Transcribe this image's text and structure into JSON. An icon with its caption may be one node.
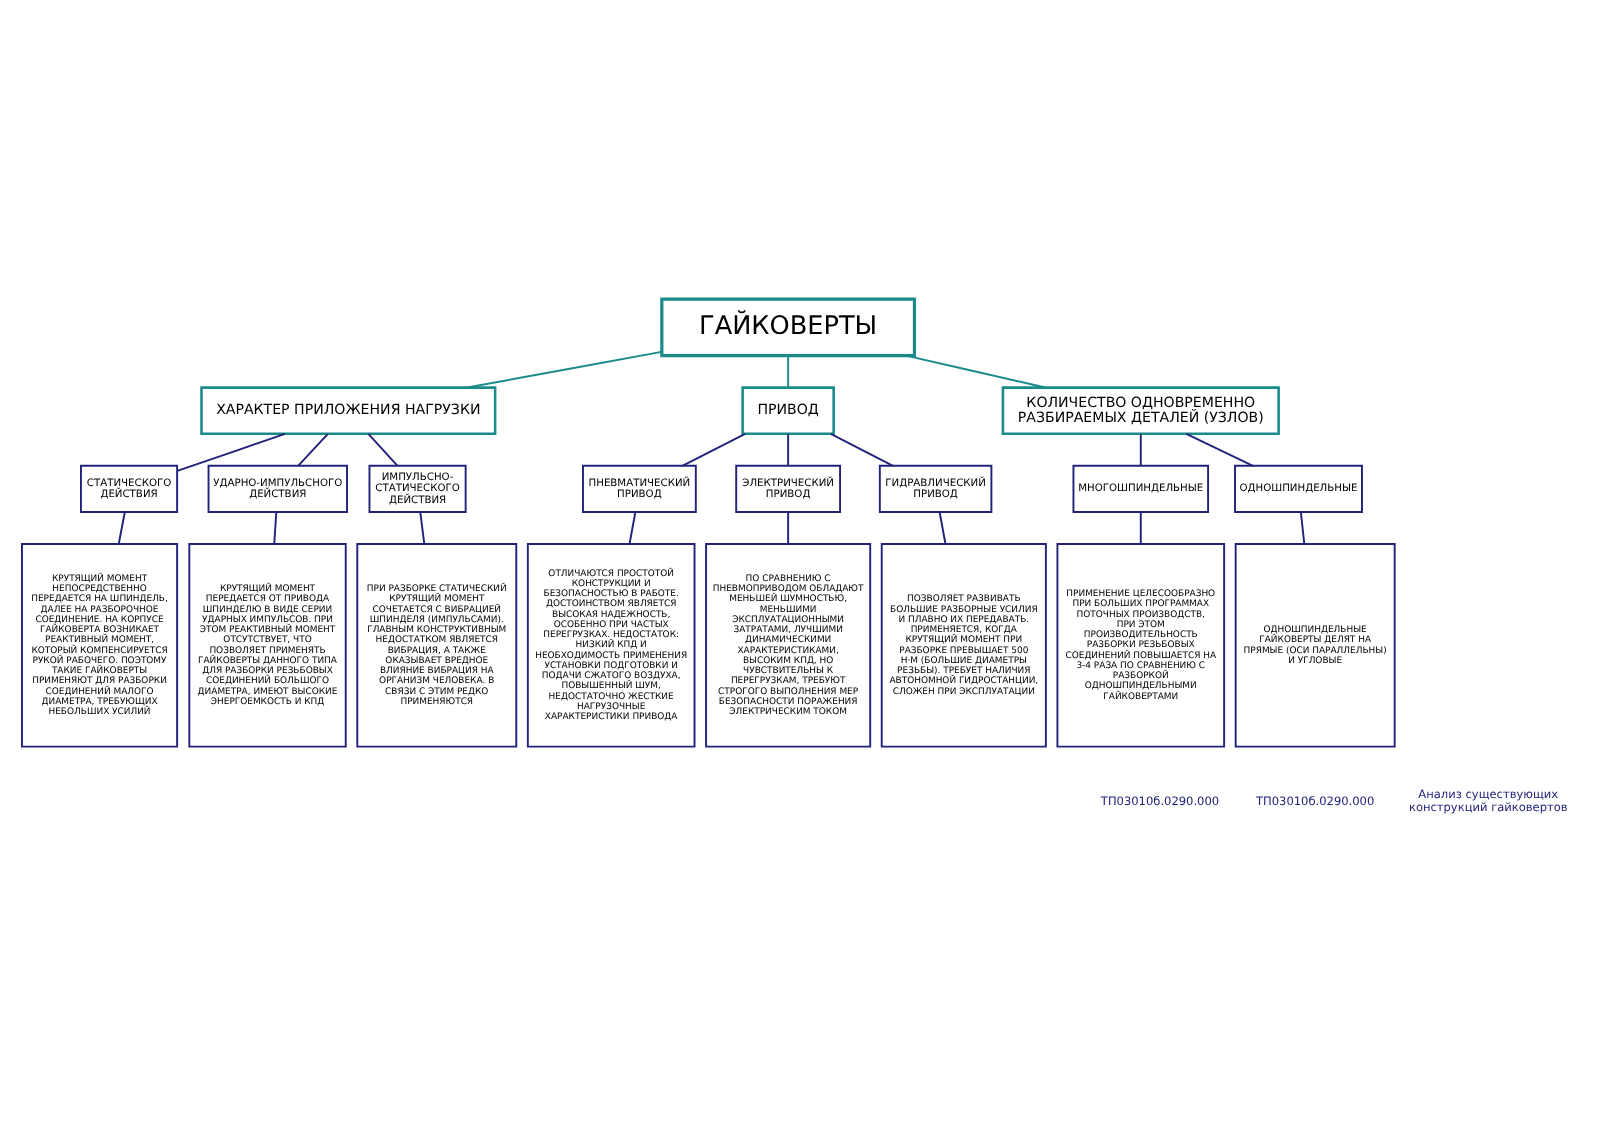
{
  "diagram": {
    "nodes": [
      {
        "text": [
          "ГАЙКОВЕРТЫ"
        ]
      },
      {
        "text": [
          "ХАРАКТЕР ПРИЛОЖЕНИЯ НАГРУЗКИ"
        ]
      },
      {
        "text": [
          "ПРИВОД"
        ]
      },
      {
        "text": [
          "КОЛИЧЕСТВО ОДНОВРЕМЕННО РАЗБИРАЕМЫХ ДЕТАЛЕЙ (УЗЛОВ)"
        ]
      },
      {
        "text": [
          "СТАТИЧЕСКОГО ДЕЙСТВИЯ"
        ]
      },
      {
        "text": [
          "УДАРНО-ИМПУЛЬСНОГО ДЕЙСТВИЯ"
        ]
      },
      {
        "text": [
          "ИМПУЛЬСНО-СТАТИЧЕСКОГО ДЕЙСТВИЯ"
        ]
      },
      {
        "text": [
          "ПНЕВМАТИЧЕСКИЙ ПРИВОД"
        ]
      },
      {
        "text": [
          "ЭЛЕКТРИЧЕСКИЙ ПРИВОД"
        ]
      },
      {
        "text": [
          "ГИДРАВЛИЧЕСКИЙ ПРИВОД"
        ]
      },
      {
        "text": [
          "МНОГОШПИНДЕЛЬНЫЕ"
        ]
      },
      {
        "text": [
          "ОДНОШПИНДЕЛЬНЫЕ"
        ]
      },
      {
        "text": [
          "КРУТЯЩИЙ МОМЕНТ НЕПОСРЕДСТВЕННО ПЕРЕДАЕТСЯ НА ШПИНДЕЛЬ, ДАЛЕЕ НА РАЗБОРОЧНОЕ СОЕДИНЕНИЕ. НА КОРПУСЕ ГАЙКОВЕРТА ВОЗНИКАЕТ РЕАКТИВНЫЙ МОМЕНТ, КОТОРЫЙ КОМПЕНСИРУЕТСЯ РУКОЙ РАБОЧЕГО. ПОЭТОМУ ТАКИЕ ГАЙКОВЕРТЫ ПРИМЕНЯЮТ ДЛЯ РАЗБОРКИ СОЕДИНЕНИЙ МАЛОГО ДИАМЕТРА, ТРЕБУЮЩИХ НЕБОЛЬШИХ УСИЛИЙ"
        ]
      },
      {
        "text": [
          "КРУТЯЩИЙ МОМЕНТ ПЕРЕДАЕТСЯ ОТ ПРИВОДА ШПИНДЕЛЮ В ВИДЕ СЕРИИ УДАРНЫХ ИМПУЛЬСОВ. ПРИ ЭТОМ РЕАКТИВНЫЙ МОМЕНТ ОТСУТСТВУЕТ, ЧТО ПОЗВОЛЯЕТ ПРИМЕНЯТЬ ГАЙКОВЕРТЫ ДАННОГО ТИПА ДЛЯ РАЗБОРКИ РЕЗЬБОВЫХ СОЕДИНЕНИЙ БОЛЬШОГО ДИАМЕТРА, ИМЕЮТ ВЫСОКИЕ ЭНЕРГОЕМКОСТЬ И КПД"
        ]
      },
      {
        "text": [
          "ПРИ РАЗБОРКЕ СТАТИЧЕСКИЙ КРУТЯЩИЙ МОМЕНТ СОЧЕТАЕТСЯ С ВИБРАЦИЕЙ ШПИНДЕЛЯ (ИМПУЛЬСАМИ). ГЛАВНЫМ КОНСТРУКТИВНЫМ НЕДОСТАТКОМ ЯВЛЯЕТСЯ ВИБРАЦИЯ, А ТАКЖЕ ОКАЗЫВАЕТ ВРЕДНОЕ ВЛИЯНИЕ ВИБРАЦИЯ НА ОРГАНИЗМ ЧЕЛОВЕКА. В СВЯЗИ С ЭТИМ РЕДКО ПРИМЕНЯЮТСЯ"
        ]
      },
      {
        "text": [
          "ОТЛИЧАЮТСЯ ПРОСТОТОЙ КОНСТРУКЦИИ И БЕЗОПАСНОСТЬЮ В РАБОТЕ. ДОСТОИНСТВОМ ЯВЛЯЕТСЯ ВЫСОКАЯ НАДЕЖНОСТЬ, ОСОБЕННО ПРИ ЧАСТЫХ ПЕРЕГРУЗКАХ. НЕДОСТАТОК: НИЗКИЙ КПД И НЕОБХОДИМОСТЬ ПРИМЕНЕНИЯ УСТАНОВКИ ПОДГОТОВКИ И ПОДАЧИ СЖАТОГО ВОЗДУХА, ПОВЫШЕННЫЙ ШУМ, НЕДОСТАТОЧНО ЖЕСТКИЕ НАГРУЗОЧНЫЕ ХАРАКТЕРИСТИКИ ПРИВОДА"
        ]
      },
      {
        "text": [
          "ПО СРАВНЕНИЮ С ПНЕВМОПРИВОДОМ ОБЛАДАЮТ МЕНЬШЕЙ ШУМНОСТЬЮ, МЕНЬШИМИ ЭКСПЛУАТАЦИОННЫМИ ЗАТРАТАМИ, ЛУЧШИМИ ДИНАМИЧЕСКИМИ ХАРАКТЕРИСТИКАМИ, ВЫСОКИМ КПД, НО ЧУВСТВИТЕЛЬНЫ К ПЕРЕГРУЗКАМ, ТРЕБУЮТ СТРОГОГО ВЫПОЛНЕНИЯ МЕР БЕЗОПАСНОСТИ ПОРАЖЕНИЯ ЭЛЕКТРИЧЕСКИМ ТОКОМ"
        ]
      },
      {
        "text": [
          "ПОЗВОЛЯЕТ РАЗВИВАТЬ БОЛЬШИЕ РАЗБОРНЫЕ УСИЛИЯ И ПЛАВНО ИХ ПЕРЕДАВАТЬ. ПРИМЕНЯЕТСЯ, КОГДА КРУТЯЩИЙ МОМЕНТ ПРИ РАЗБОРКЕ ПРЕВЫШАЕТ 500 Н·М (БОЛЬШИЕ ДИАМЕТРЫ РЕЗЬБЫ). ТРЕБУЕТ НАЛИЧИЯ АВТОНОМНОЙ ГИДРОСТАНЦИИ, СЛОЖЕН ПРИ ЭКСПЛУАТАЦИИ"
        ]
      },
      {
        "text": [
          "ПРИМЕНЕНИЕ ЦЕЛЕСООБРАЗНО ПРИ БОЛЬШИХ ПРОГРАММАХ ПОТОЧНЫХ ПРОИЗВОДСТВ, ПРИ ЭТОМ ПРОИЗВОДИТЕЛЬНОСТЬ РАЗБОРКИ РЕЗЬБОВЫХ СОЕДИНЕНИЙ ПОВЫШАЕТСЯ НА 3-4 РАЗА ПО СРАВНЕНИЮ С РАЗБОРКОЙ ОДНОШПИНДЕЛЬНЫМИ ГАЙКОВЕРТАМИ"
        ]
      },
      {
        "text": [
          "ОДНОШПИНДЕЛЬНЫЕ ГАЙКОВЕРТЫ ДЕЛЯТ НА ПРЯМЫЕ (ОСИ ПАРАЛЛЕЛЬНЫ) И УГЛОВЫЕ"
        ]
      }
    ],
    "edges": [
      {
        "from": 0,
        "to": 1,
        "arrow": "none",
        "color": "#1a8a8a"
      },
      {
        "from": 0,
        "to": 2,
        "arrow": "none",
        "color": "#1a8a8a"
      },
      {
        "from": 0,
        "to": 3,
        "arrow": "none",
        "color": "#1a8a8a"
      },
      {
        "from": 1,
        "to": 4,
        "arrow": "none"
      },
      {
        "from": 1,
        "to": 5,
        "arrow": "none"
      },
      {
        "from": 1,
        "to": 6,
        "arrow": "none"
      },
      {
        "from": 2,
        "to": 7,
        "arrow": "none"
      },
      {
        "from": 2,
        "to": 8,
        "arrow": "none"
      },
      {
        "from": 2,
        "to": 9,
        "arrow": "none"
      },
      {
        "from": 3,
        "to": 10,
        "arrow": "none"
      },
      {
        "from": 3,
        "to": 11,
        "arrow": "none"
      },
      {
        "from": 4,
        "to": 12,
        "arrow": "none"
      },
      {
        "from": 5,
        "to": 13,
        "arrow": "none"
      },
      {
        "from": 6,
        "to": 14,
        "arrow": "none"
      },
      {
        "from": 7,
        "to": 15,
        "arrow": "none"
      },
      {
        "from": 8,
        "to": 16,
        "arrow": "none"
      },
      {
        "from": 9,
        "to": 17,
        "arrow": "none"
      },
      {
        "from": 10,
        "to": 18,
        "arrow": "none"
      },
      {
        "from": 11,
        "to": 19,
        "arrow": "none"
      }
    ],
    "labels": [
      "ТП03010б.0290.000",
      "ТП03010б.0290.000",
      "Анализ существующих конструкций гайковертов"
    ]
  }
}
